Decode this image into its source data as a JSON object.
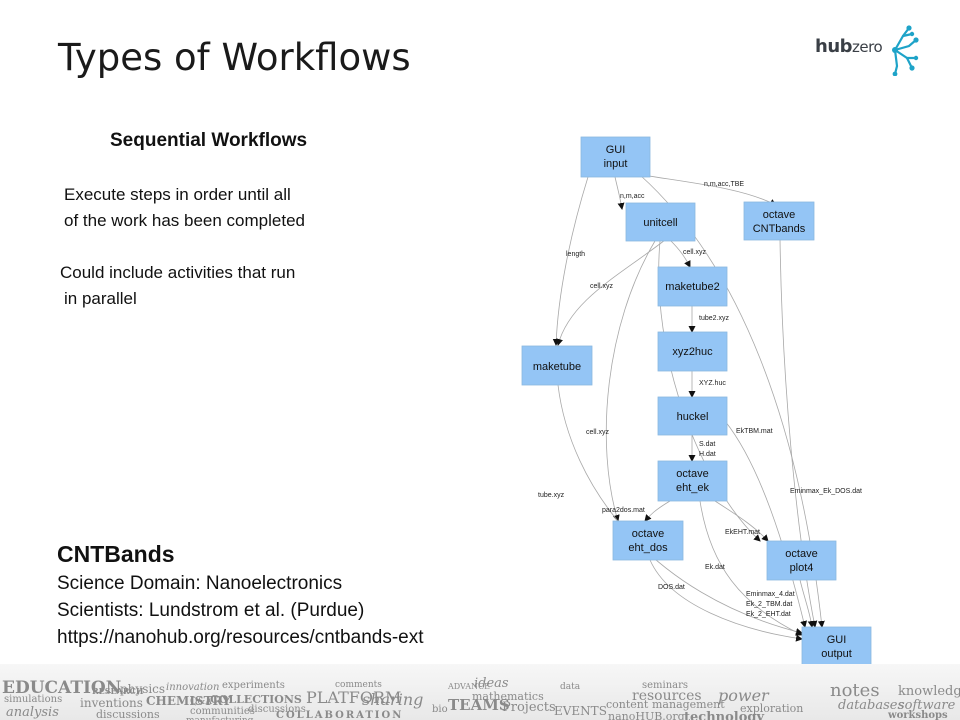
{
  "slide": {
    "title": "Types of Workflows",
    "subheading": "Sequential Workflows",
    "paragraph1": [
      "Execute steps in order until all",
      "of the work has been completed"
    ],
    "paragraph2": [
      "Could include activities that run",
      "in parallel"
    ]
  },
  "logo": {
    "part1": "hub",
    "part2": "zero"
  },
  "info": {
    "title": "CNTBands",
    "domain": "Science Domain: Nanoelectronics",
    "scientists": "Scientists: Lundstrom et al. (Purdue)",
    "url": "https://nanohub.org/resources/cntbands-ext"
  },
  "diagram": {
    "nodes": {
      "gui_input": [
        "GUI",
        "input"
      ],
      "unitcell": [
        "unitcell"
      ],
      "octave_cnt": [
        "octave",
        "CNTbands"
      ],
      "maketube2": [
        "maketube2"
      ],
      "maketube": [
        "maketube"
      ],
      "xyz2huc": [
        "xyz2huc"
      ],
      "huckel": [
        "huckel"
      ],
      "eht_ek": [
        "octave",
        "eht_ek"
      ],
      "eht_dos": [
        "octave",
        "eht_dos"
      ],
      "plot4": [
        "octave",
        "plot4"
      ],
      "gui_output": [
        "GUI",
        "output"
      ]
    },
    "edge_labels": {
      "nmacc": "n,m,acc",
      "nmaccTBE": "n,m,acc,TBE",
      "length": "length",
      "cellxyz1": "cell.xyz",
      "cellxyz2": "cell.xyz",
      "cellxyz3": "cell.xyz",
      "tube2xyz": "tube2.xyz",
      "xyzhuc": "XYZ.huc",
      "sdat": "S.dat",
      "hdat": "H.dat",
      "ektbm": "EkTBM.mat",
      "tubexyz": "tube.xyz",
      "para2dos": "para2dos.mat",
      "ekeht": "EkEHT.mat",
      "eminmax_ek": "Eminmax_Ek_DOS.dat",
      "dosdat": "DOS.dat",
      "ekdat": "Ek.dat",
      "eminmax4": "Eminmax_4.dat",
      "ek2tbm": "Ek_2_TBM.dat",
      "ek2eht": "Ek_2_EHT.dat"
    }
  },
  "banner": {
    "words": [
      "EDUCATION",
      "simulations",
      "analysis",
      "RESEARCH",
      "physics",
      "inventions",
      "CHEMISTRY",
      "discussions",
      "innovation",
      "Q&A",
      "COLLECTIONS",
      "communities",
      "manufacturing",
      "experiments",
      "discussions",
      "PLATFORM",
      "comments",
      "sharing",
      "COLLABORATION",
      "ADVANCE",
      "TEAMS",
      "bio",
      "ideas",
      "mathematics",
      "Projects",
      "EVENTS",
      "data",
      "seminars",
      "resources",
      "content",
      "management",
      "nanoHUB.org",
      "technology",
      "power",
      "exploration",
      "notes",
      "databases",
      "knowledge",
      "software",
      "workshops"
    ]
  }
}
